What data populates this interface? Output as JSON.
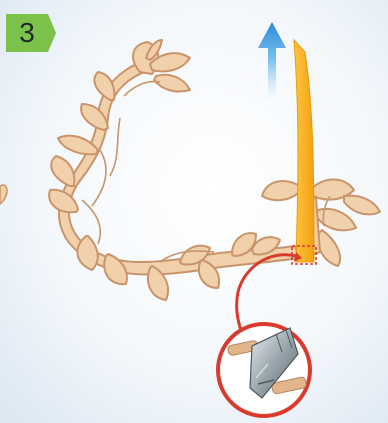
{
  "step": {
    "number": "3",
    "badge_color": "#7cc24a"
  },
  "illustration": {
    "wood_color": "#f1d1ac",
    "wood_edge_color": "#c9946a",
    "strip_color": "#fdb627",
    "arrow_color": "#3b9be0",
    "callout_color": "#d93a2b",
    "icons": [
      "wooden-wreath-frame",
      "yellow-strip",
      "pull-up-arrow",
      "callout-circle",
      "blade-icon"
    ]
  }
}
